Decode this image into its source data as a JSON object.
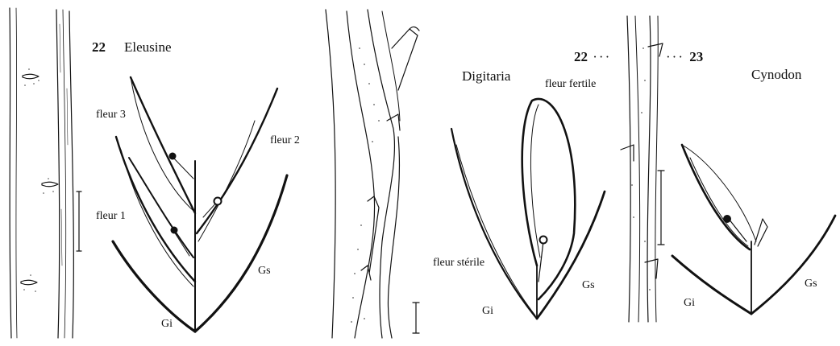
{
  "figures": {
    "eleusine": {
      "number": "22",
      "genus": "Eleusine",
      "labels": {
        "fleur3": "fleur 3",
        "fleur2": "fleur 2",
        "fleur1": "fleur 1",
        "gi": "Gi",
        "gs": "Gs"
      }
    },
    "digitaria": {
      "genus": "Digitaria",
      "labels": {
        "fertile": "fleur fertile",
        "sterile": "fleur stérile",
        "gi": "Gi",
        "gs": "Gs"
      }
    },
    "cynodon": {
      "genus": "Cynodon",
      "labels": {
        "gi": "Gi",
        "gs": "Gs"
      }
    },
    "rachis_refs": {
      "left": "22",
      "right": "23"
    }
  },
  "colors": {
    "ink": "#111111",
    "paper": "#ffffff"
  }
}
